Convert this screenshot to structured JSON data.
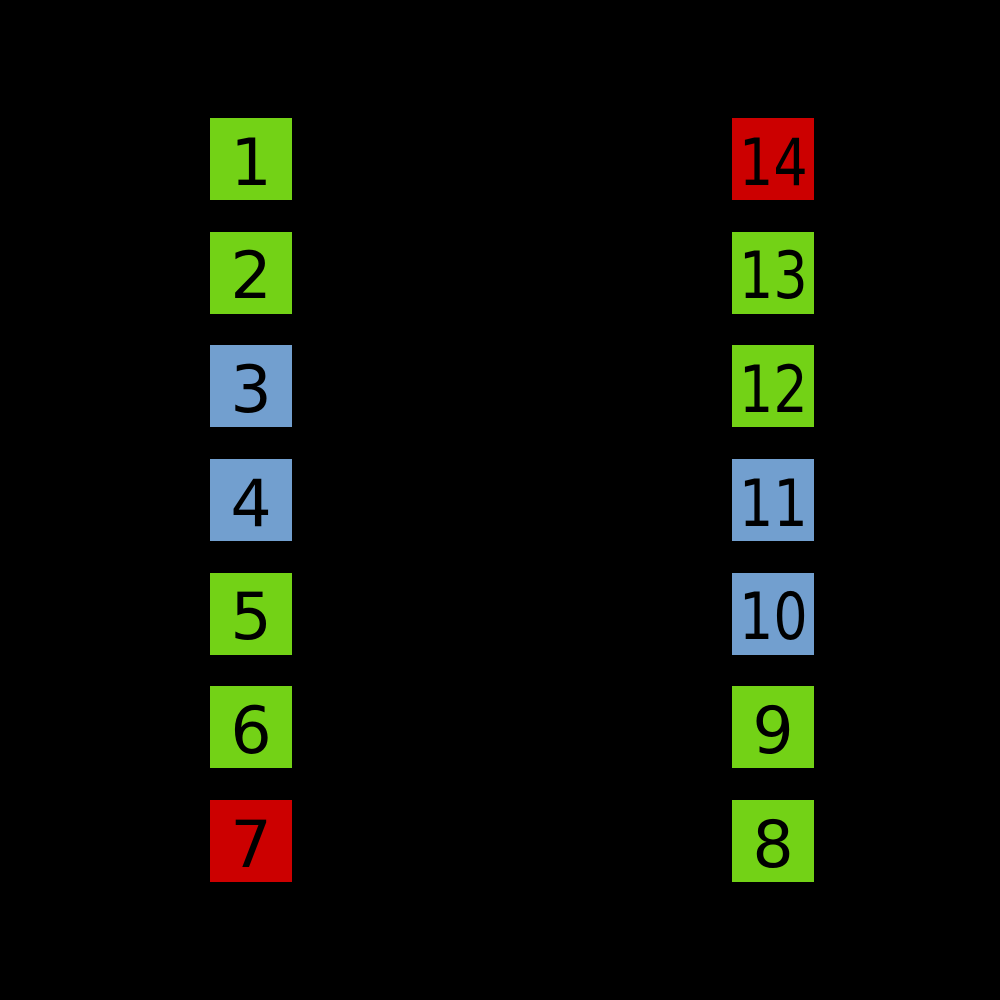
{
  "diagram": {
    "background_color": "#000000",
    "pin_number_color": "#000000",
    "palette": {
      "green": "#73d216",
      "blue": "#729fcf",
      "red": "#cc0000"
    },
    "left_pins": [
      {
        "label": "1",
        "color": "green"
      },
      {
        "label": "2",
        "color": "green"
      },
      {
        "label": "3",
        "color": "blue"
      },
      {
        "label": "4",
        "color": "blue"
      },
      {
        "label": "5",
        "color": "green"
      },
      {
        "label": "6",
        "color": "green"
      },
      {
        "label": "7",
        "color": "red"
      }
    ],
    "right_pins": [
      {
        "label": "14",
        "color": "red"
      },
      {
        "label": "13",
        "color": "green"
      },
      {
        "label": "12",
        "color": "green"
      },
      {
        "label": "11",
        "color": "blue"
      },
      {
        "label": "10",
        "color": "blue"
      },
      {
        "label": "9",
        "color": "green"
      },
      {
        "label": "8",
        "color": "green"
      }
    ]
  }
}
